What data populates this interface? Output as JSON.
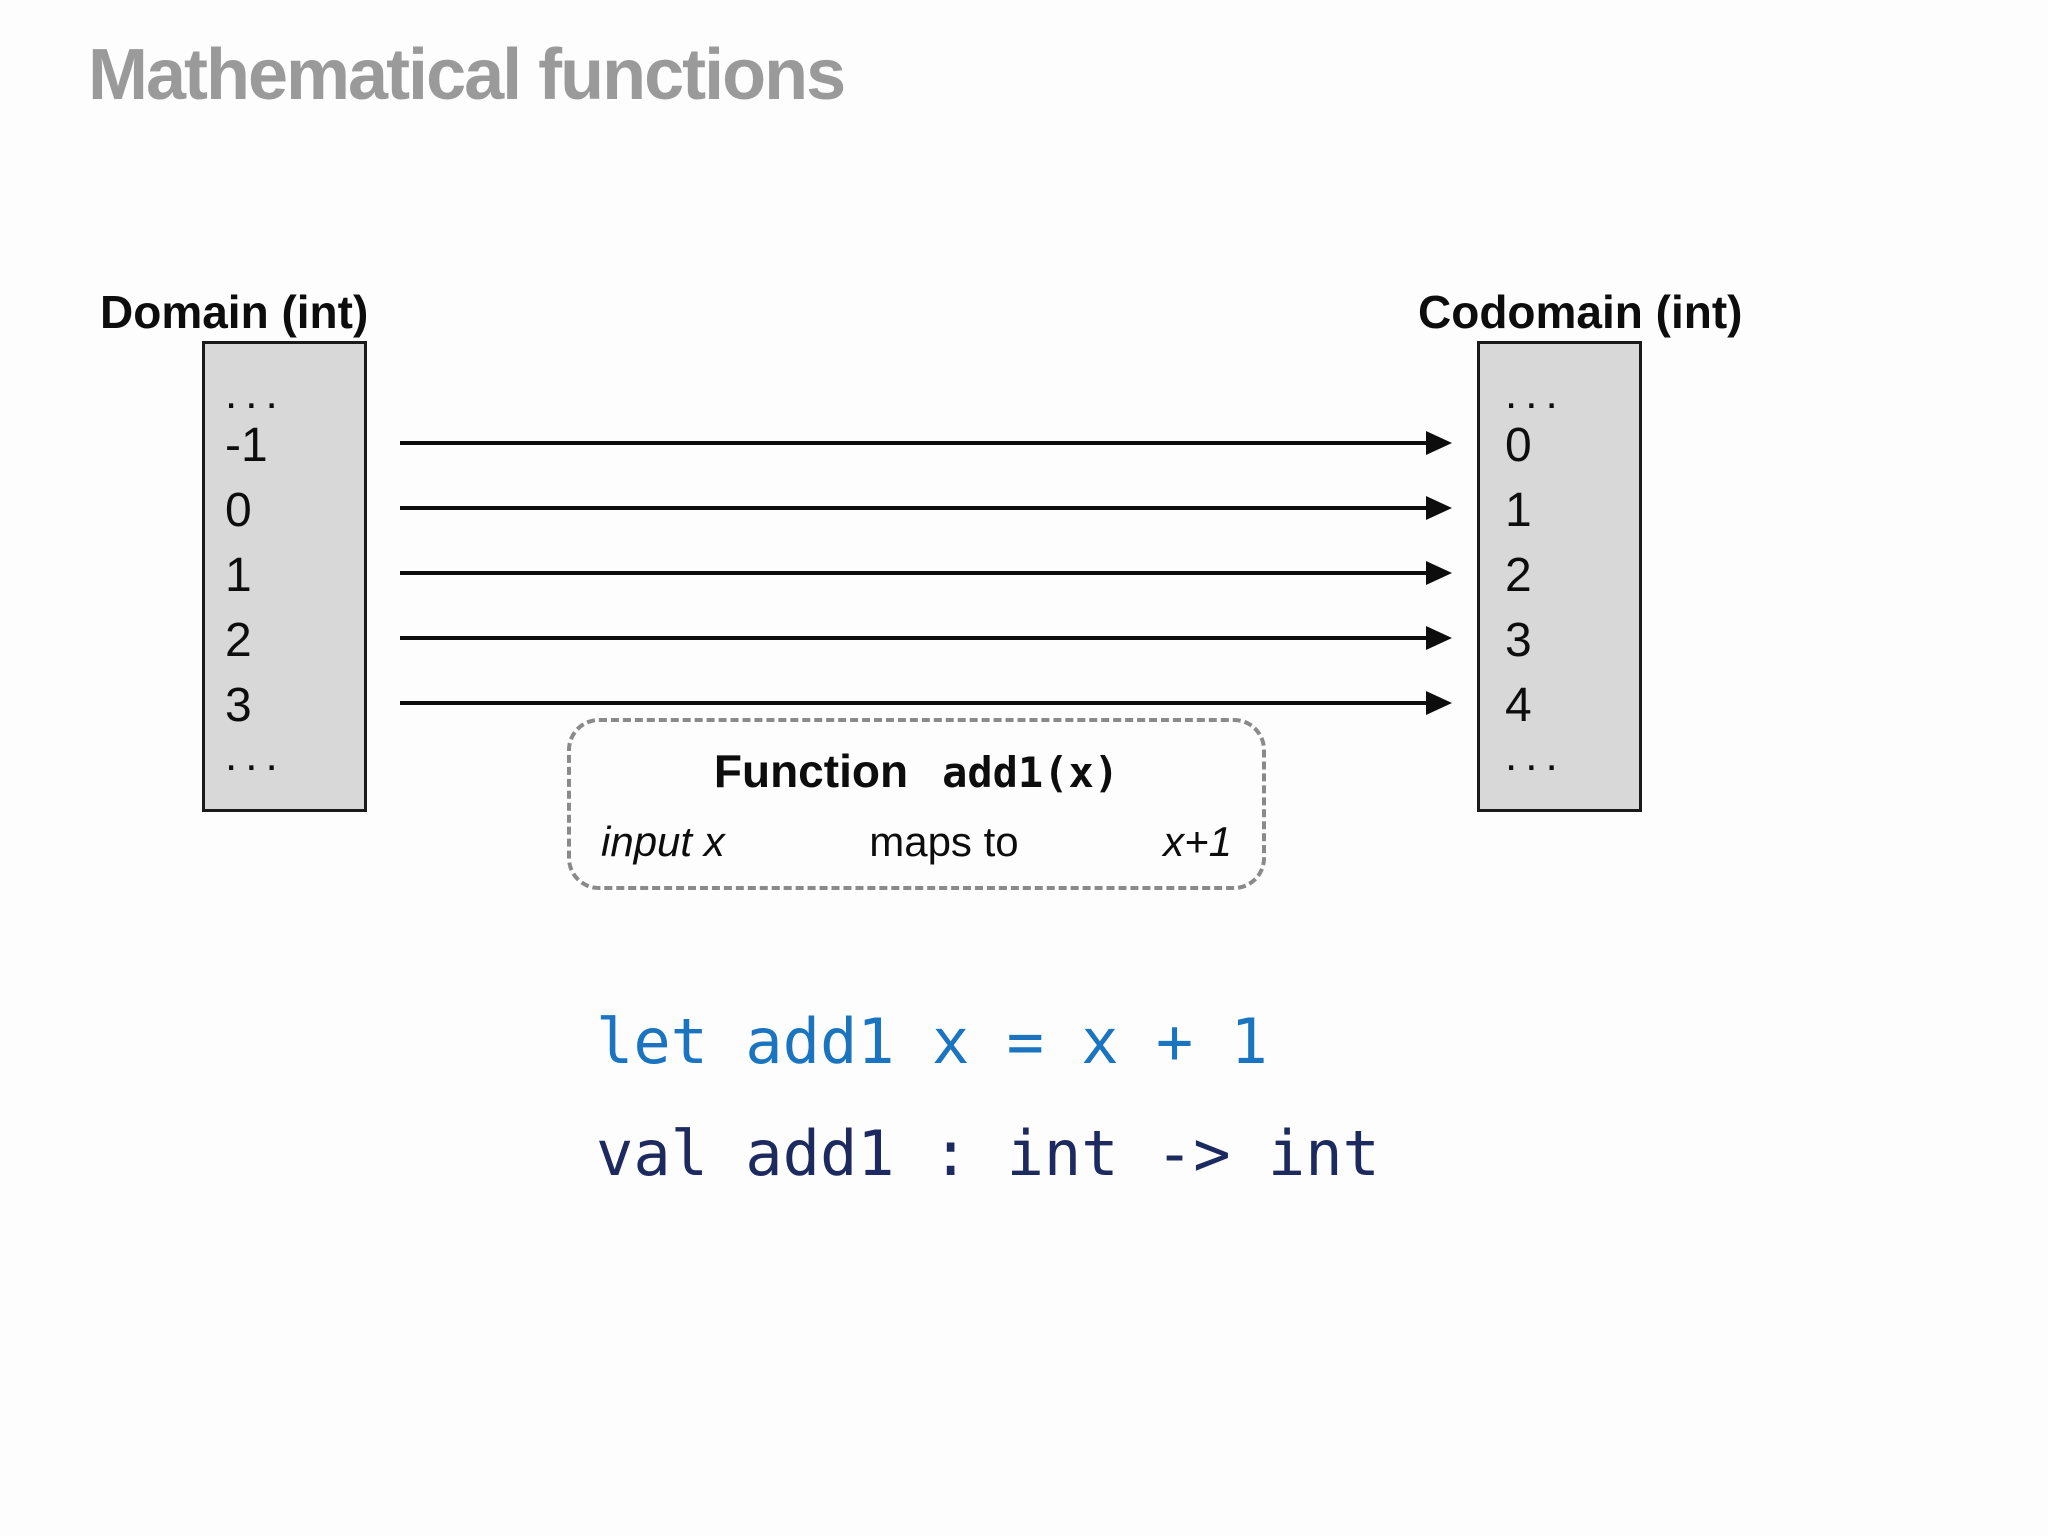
{
  "title": "Mathematical functions",
  "diagram": {
    "domain": {
      "label": "Domain (int)",
      "values": [
        "...",
        "-1",
        "0",
        "1",
        "2",
        "3",
        "..."
      ]
    },
    "codomain": {
      "label": "Codomain (int)",
      "values": [
        "...",
        "0",
        "1",
        "2",
        "3",
        "4",
        "..."
      ]
    },
    "mappings": [
      {
        "from": "-1",
        "to": "0"
      },
      {
        "from": "0",
        "to": "1"
      },
      {
        "from": "1",
        "to": "2"
      },
      {
        "from": "2",
        "to": "3"
      },
      {
        "from": "3",
        "to": "4"
      }
    ],
    "function_box": {
      "heading_label": "Function",
      "heading_code": "add1(x)",
      "input_label": "input x",
      "maps_label": "maps to",
      "output_label": "x+1"
    }
  },
  "code": {
    "let_line": "let add1 x = x + 1",
    "val_line": "val add1 : int -> int"
  },
  "colors": {
    "title_gray": "#9a9a9a",
    "set_box_fill": "#d8d8d8",
    "arrow_black": "#0d0d0d",
    "dashed_border_gray": "#8a8a8a",
    "let_line_blue": "#1b74bf",
    "val_line_navy": "#1c2a60"
  }
}
